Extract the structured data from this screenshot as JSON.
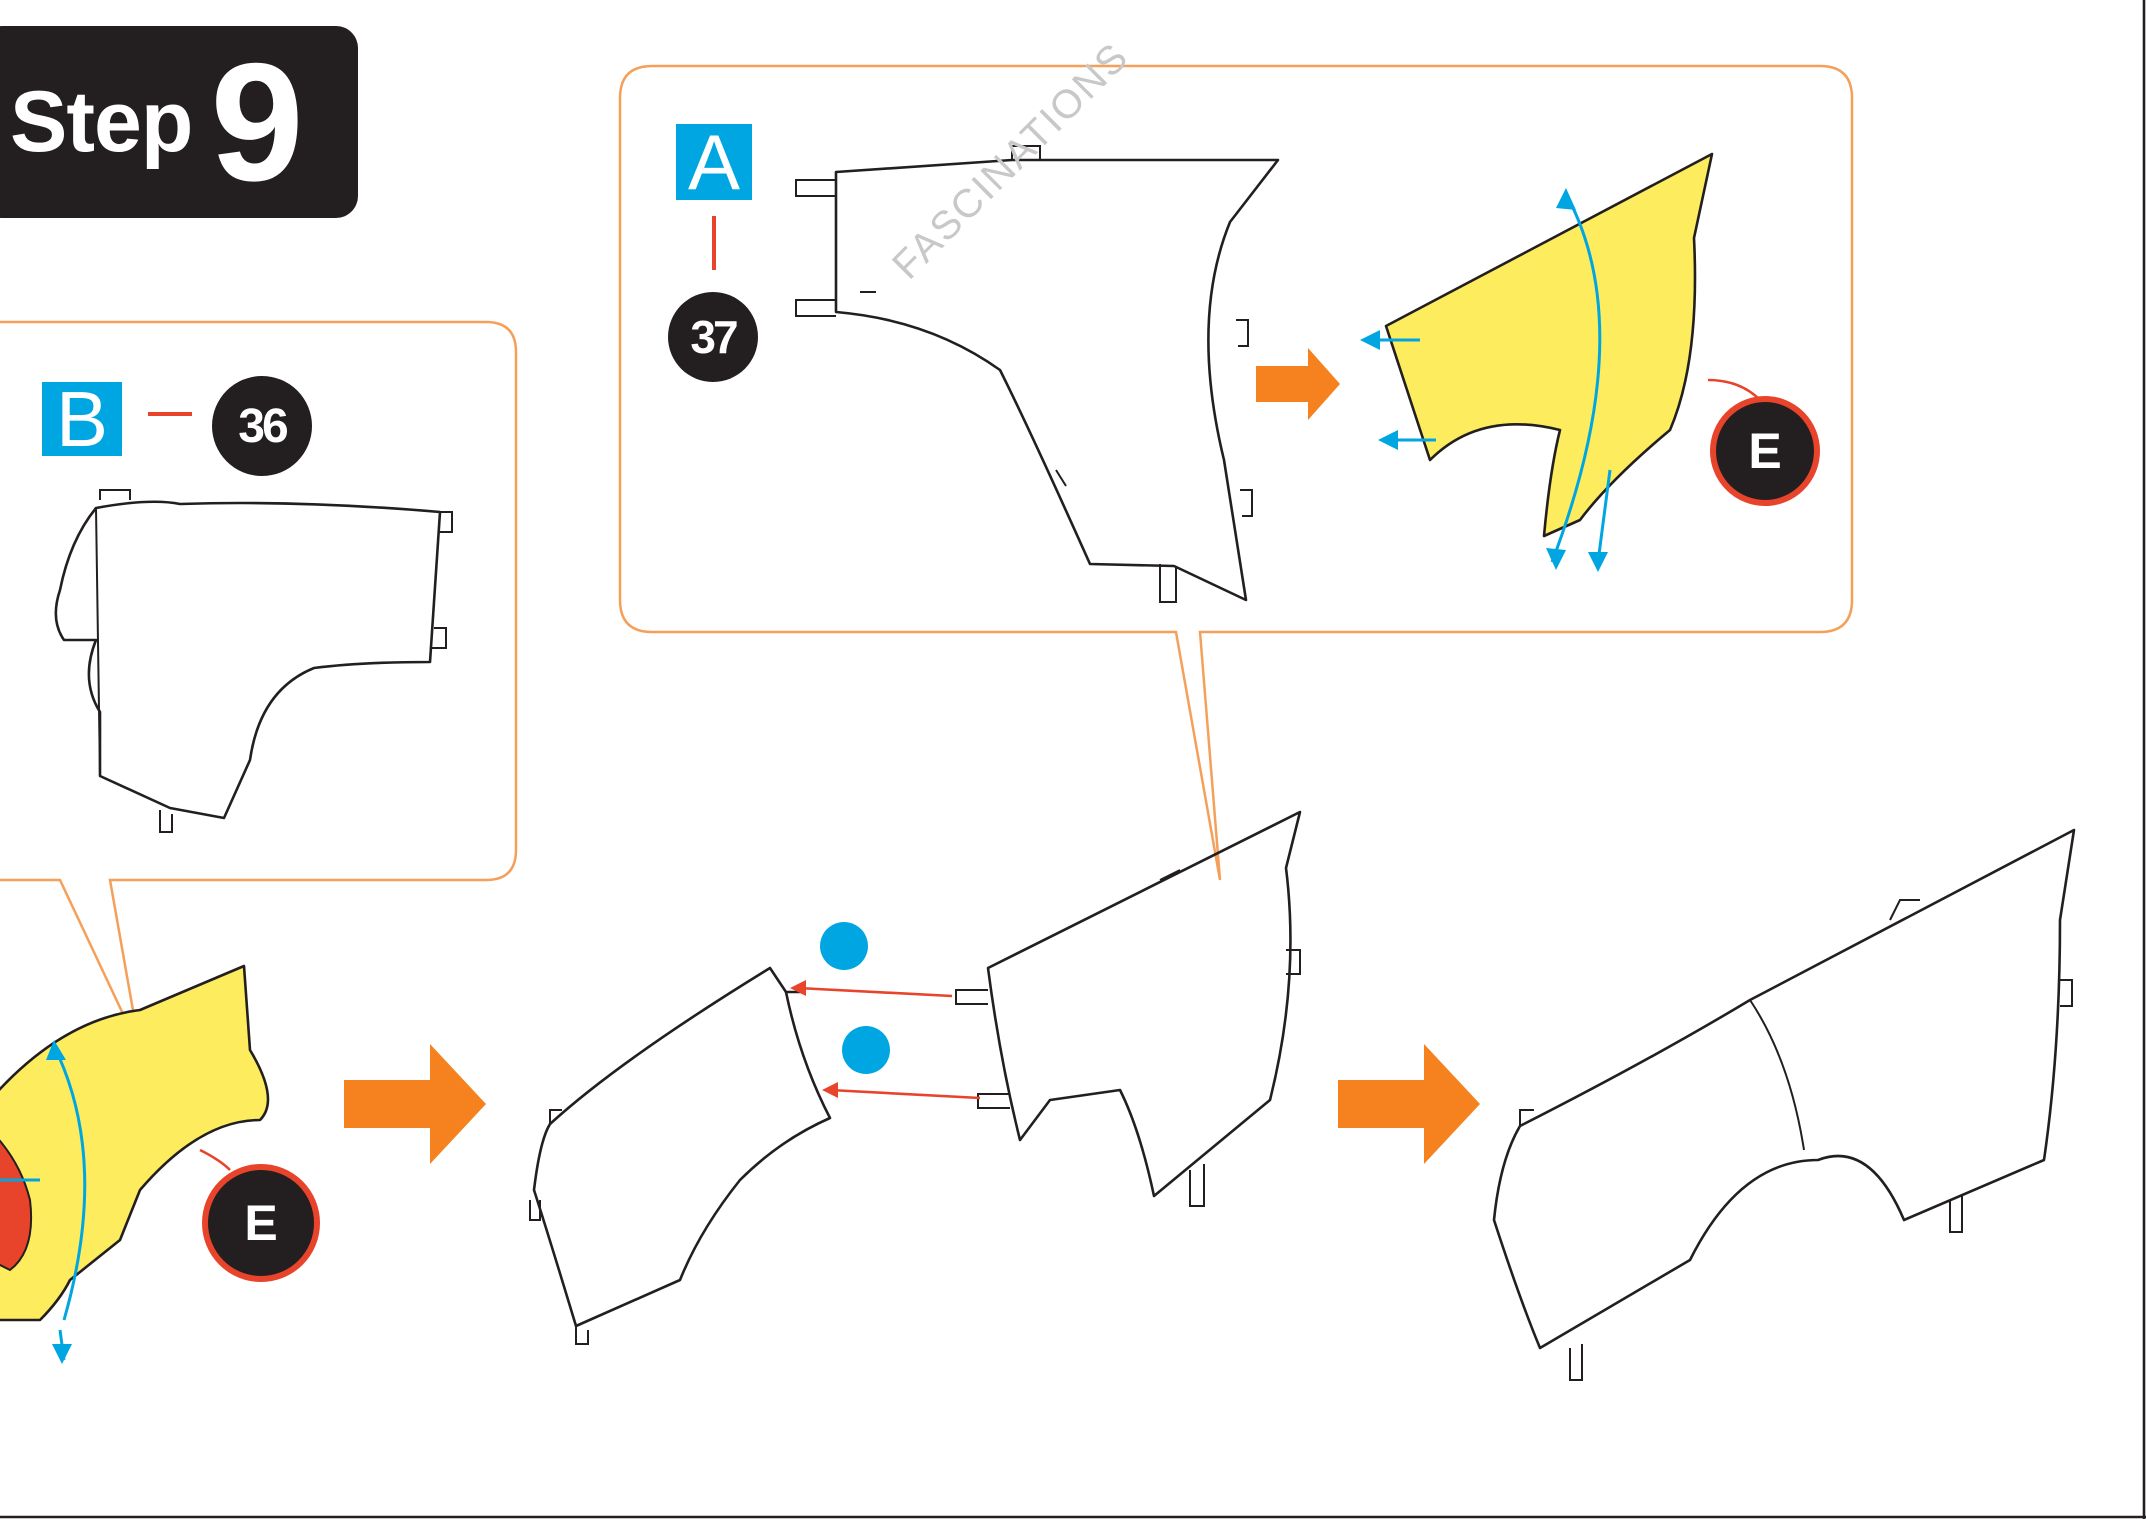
{
  "step": {
    "word": "Step",
    "number": "9"
  },
  "callout_a": {
    "letter": "A",
    "part_number": "37",
    "glue_label": "E"
  },
  "callout_b": {
    "letter": "B",
    "part_number": "36"
  },
  "lower_left": {
    "glue_label": "E"
  },
  "watermark": "FASCINATIONS",
  "colors": {
    "badge_dark": "#231f20",
    "letter_blue": "#00a6e2",
    "arrow_orange": "#f5821f",
    "callout_border": "#f5a05a",
    "glue_yellow": "#fcec5e",
    "connector_red": "#e8442b"
  },
  "icons": [
    "step-arrow-icon",
    "fold-arrow-icon",
    "connection-dot-icon"
  ]
}
